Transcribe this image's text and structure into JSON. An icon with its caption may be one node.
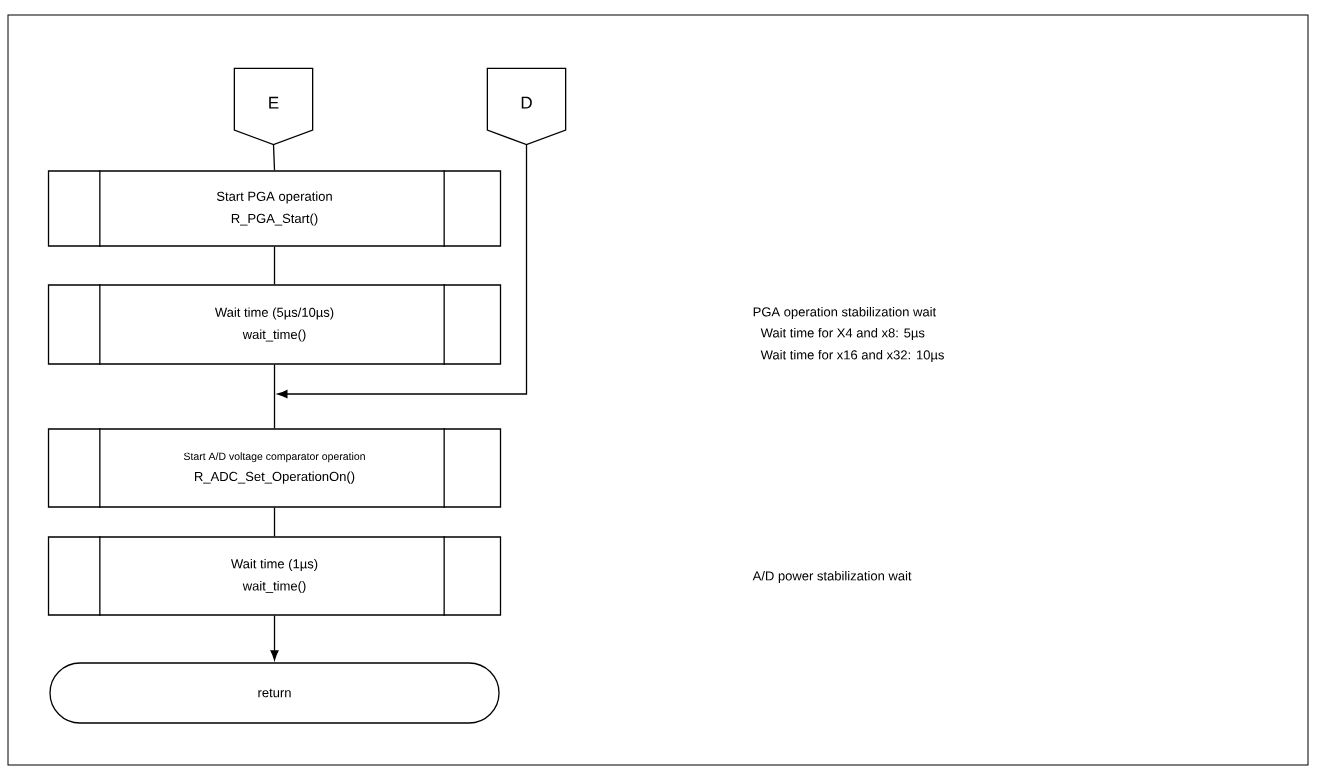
{
  "diagram": {
    "nodes": [
      {
        "text": [
          "E"
        ]
      },
      {
        "text": [
          "D"
        ]
      },
      {
        "text": [
          "Start PGA operation",
          "R_PGA_Start()"
        ]
      },
      {
        "text": [
          "Wait time (5µs/10µs)",
          "wait_time()"
        ]
      },
      {
        "text": [
          "Start A/D voltage comparator operation",
          "R_ADC_Set_OperationOn()"
        ]
      },
      {
        "text": [
          "Wait time (1µs)",
          "wait_time()"
        ]
      },
      {
        "text": [
          "return"
        ]
      }
    ],
    "edges": [
      {
        "from": 0,
        "to": 2,
        "arrow": "none"
      },
      {
        "from": 2,
        "to": 3,
        "arrow": "none"
      },
      {
        "from": 3,
        "to": 4,
        "arrow": "none"
      },
      {
        "from": 1,
        "to": null,
        "arrow": "to"
      },
      {
        "from": 5,
        "to": 6,
        "arrow": "to"
      },
      {
        "from": 4,
        "to": 5,
        "arrow": "none"
      }
    ],
    "labels": [
      "PGA operation stabilization wait",
      "Wait time for X4 and x8: 5µs",
      "Wait time for x16 and x32: 10µs",
      "A/D power stabilization wait"
    ]
  }
}
